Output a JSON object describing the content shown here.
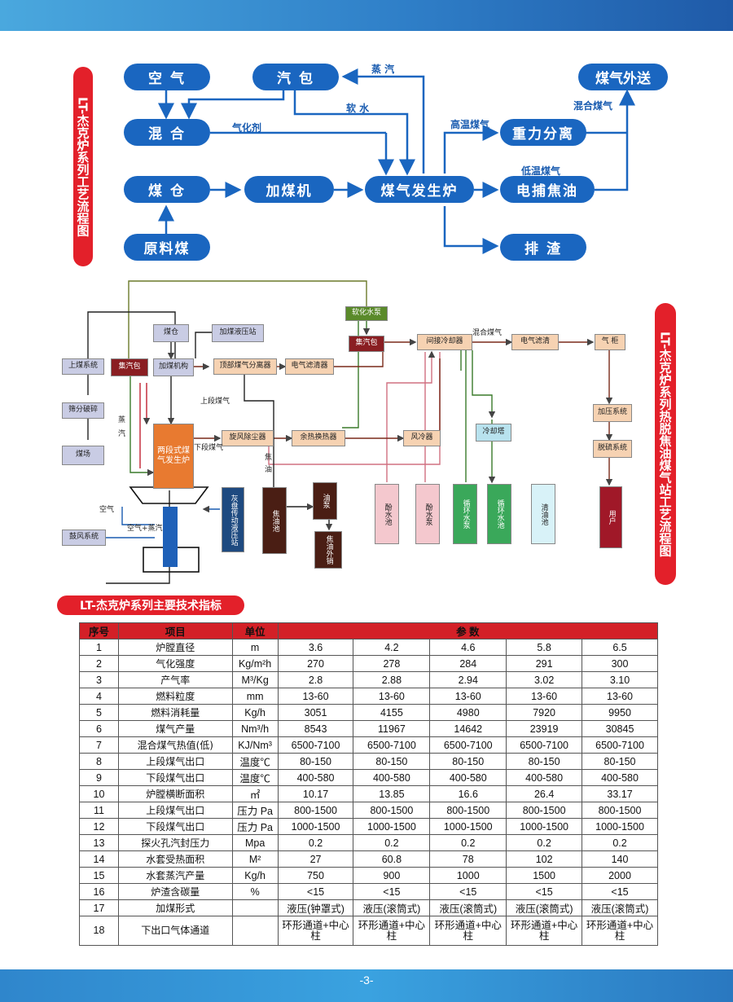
{
  "flow1": {
    "side_label": "LT-杰克炉系列工艺流程图",
    "nodes": {
      "air": "空 气",
      "steam_drum": "汽 包",
      "mix": "混 合",
      "coal_bin": "煤 仓",
      "feeder": "加煤机",
      "gasifier": "煤气发生炉",
      "raw_coal": "原料煤",
      "gravity": "重力分离",
      "electric": "电捕焦油",
      "slag": "排 渣",
      "export": "煤气外送"
    },
    "labels": {
      "steam": "蒸 汽",
      "soft_water": "软 水",
      "gasifying_agent": "气化剂",
      "high_temp_gas": "高温煤气",
      "low_temp_gas": "低温煤气",
      "mixed_gas": "混合煤气"
    }
  },
  "flow2": {
    "side_label": "LT-杰克炉系列热脱焦油煤气站工艺流程图",
    "boxes": {
      "coal_feed_sys": "上煤系统",
      "screen_crush": "筛分破碎",
      "coal_yard": "煤场",
      "steam_drum": "集汽包",
      "coal_bin": "煤仓",
      "hydraulic_feed": "加煤液压站",
      "feed_mech": "加煤机构",
      "top_separator": "顶部煤气分离器",
      "electric_filter": "电气滤清器",
      "softening_pump": "软化水泵",
      "steam_drum2": "集汽包",
      "indirect_cooler": "间接冷却器",
      "electric_clean": "电气滤清",
      "gas_holder": "气 柜",
      "gasifier": "两段式煤气发生炉",
      "cyclone": "旋风除尘器",
      "waste_heat": "余热换热器",
      "air_cooler": "风冷器",
      "cooling_tower": "冷却塔",
      "pressure_sys": "加压系统",
      "desulfur_sys": "脱硫系统",
      "ash_hydraulic": "灰盘传动液压站",
      "tar_pool": "焦油池",
      "oil_pump": "油泵",
      "tar_sale": "焦油外销",
      "phenol_pool": "酚水池",
      "phenol_pump": "酚水泵",
      "circ_pump": "循环水泵",
      "circ_pool": "循环水池",
      "clean_oil_pool": "清油池",
      "user": "用户",
      "blower_sys": "鼓风系统"
    },
    "labels": {
      "upper_gas": "上段煤气",
      "lower_gas": "下段煤气",
      "steam": "蒸汽",
      "tar": "焦油",
      "air": "空气",
      "air_steam": "空气+蒸汽",
      "mixed_gas": "混合煤气"
    }
  },
  "table": {
    "title": "LT-杰克炉系列主要技术指标",
    "headers": [
      "序号",
      "项目",
      "单位",
      "参 数"
    ],
    "rows": [
      [
        "1",
        "炉膛直径",
        "m",
        "3.6",
        "4.2",
        "4.6",
        "5.8",
        "6.5"
      ],
      [
        "2",
        "气化强度",
        "Kg/m²h",
        "270",
        "278",
        "284",
        "291",
        "300"
      ],
      [
        "3",
        "产气率",
        "M³/Kg",
        "2.8",
        "2.88",
        "2.94",
        "3.02",
        "3.10"
      ],
      [
        "4",
        "燃料粒度",
        "mm",
        "13-60",
        "13-60",
        "13-60",
        "13-60",
        "13-60"
      ],
      [
        "5",
        "燃料消耗量",
        "Kg/h",
        "3051",
        "4155",
        "4980",
        "7920",
        "9950"
      ],
      [
        "6",
        "煤气产量",
        "Nm³/h",
        "8543",
        "11967",
        "14642",
        "23919",
        "30845"
      ],
      [
        "7",
        "混合煤气热值(低)",
        "KJ/Nm³",
        "6500-7100",
        "6500-7100",
        "6500-7100",
        "6500-7100",
        "6500-7100"
      ],
      [
        "8",
        "上段煤气出口",
        "温度℃",
        "80-150",
        "80-150",
        "80-150",
        "80-150",
        "80-150"
      ],
      [
        "9",
        "下段煤气出口",
        "温度℃",
        "400-580",
        "400-580",
        "400-580",
        "400-580",
        "400-580"
      ],
      [
        "10",
        "炉膛横断面积",
        "㎡",
        "10.17",
        "13.85",
        "16.6",
        "26.4",
        "33.17"
      ],
      [
        "11",
        "上段煤气出口",
        "压力 Pa",
        "800-1500",
        "800-1500",
        "800-1500",
        "800-1500",
        "800-1500"
      ],
      [
        "12",
        "下段煤气出口",
        "压力 Pa",
        "1000-1500",
        "1000-1500",
        "1000-1500",
        "1000-1500",
        "1000-1500"
      ],
      [
        "13",
        "探火孔汽封压力",
        "Mpa",
        "0.2",
        "0.2",
        "0.2",
        "0.2",
        "0.2"
      ],
      [
        "14",
        "水套受热面积",
        "M²",
        "27",
        "60.8",
        "78",
        "102",
        "140"
      ],
      [
        "15",
        "水套蒸汽产量",
        "Kg/h",
        "750",
        "900",
        "1000",
        "1500",
        "2000"
      ],
      [
        "16",
        "炉渣含碳量",
        "%",
        "<15",
        "<15",
        "<15",
        "<15",
        "<15"
      ],
      [
        "17",
        "加煤形式",
        "",
        "液压(钟罩式)",
        "液压(滚筒式)",
        "液压(滚筒式)",
        "液压(滚筒式)",
        "液压(滚筒式)"
      ],
      [
        "18",
        "下出口气体通道",
        "",
        "环形通道+中心柱",
        "环形通道+中心柱",
        "环形通道+中心柱",
        "环形通道+中心柱",
        "环形通道+中心柱"
      ]
    ]
  },
  "page_number": "-3-",
  "colors": {
    "accent_red": "#e3202a",
    "node_blue": "#1a66c0",
    "bar_blue": "#2f7fc8"
  }
}
